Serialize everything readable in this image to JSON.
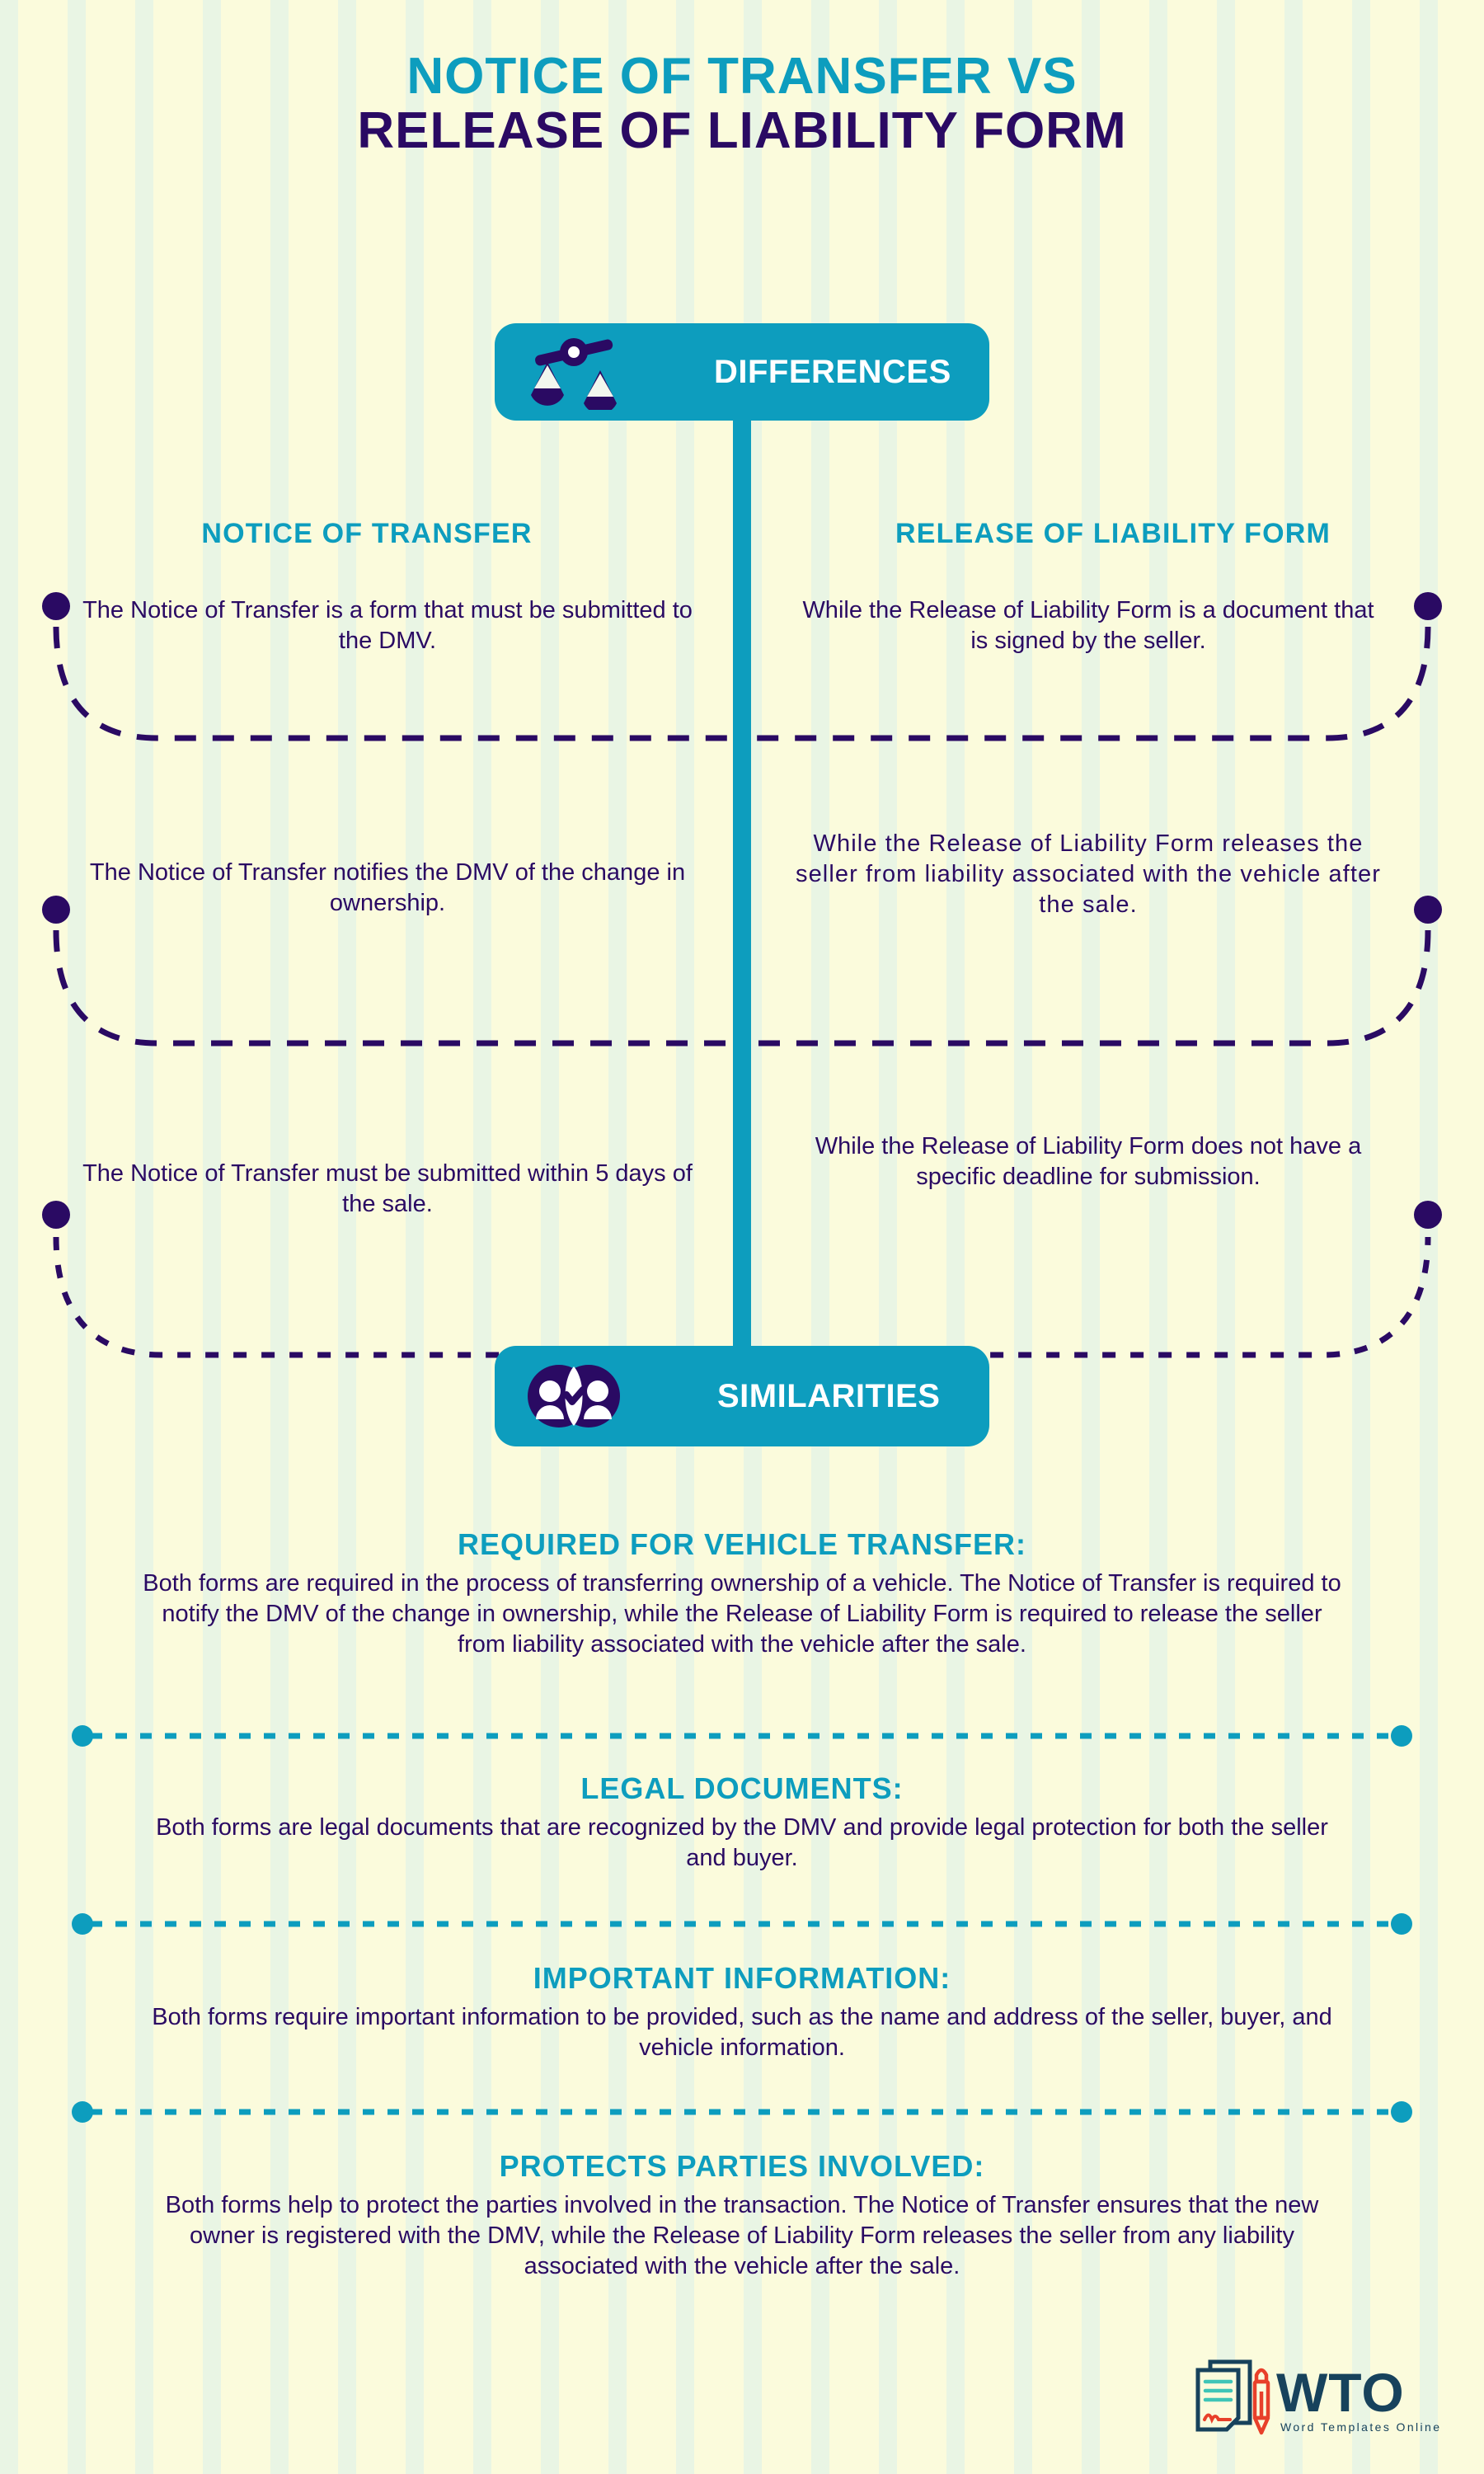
{
  "theme": {
    "teal": "#0D9DBE",
    "navy": "#2A0A63",
    "bg_yellow": "#FBFBDC",
    "bg_mint": "#E9F5E4",
    "white": "#FFFFFF",
    "logo_red": "#E8402A",
    "logo_navy": "#17425C",
    "logo_teal": "#3FC5B7"
  },
  "title": {
    "line1": "NOTICE OF TRANSFER VS",
    "line2": "RELEASE OF LIABILITY FORM"
  },
  "badges": {
    "differences": {
      "label": "DIFFERENCES",
      "icon": "balance-scale-icon"
    },
    "similarities": {
      "label": "SIMILARITIES",
      "icon": "venn-people-check-icon"
    }
  },
  "differences": {
    "headers": {
      "left": "NOTICE OF TRANSFER",
      "right": "RELEASE OF LIABILITY FORM"
    },
    "rows": [
      {
        "left": "The Notice of Transfer is a form that must be submitted to the DMV.",
        "right": "While the Release of Liability Form is a document that is signed by the seller."
      },
      {
        "left": "The Notice of Transfer notifies the DMV of the change in ownership.",
        "right": "While the Release of Liability Form releases the seller from liability associated with the vehicle after the sale."
      },
      {
        "left": "The Notice of Transfer must be submitted within 5 days of the sale.",
        "right": "While the Release of Liability Form does not have a specific deadline for submission."
      }
    ]
  },
  "similarities": {
    "items": [
      {
        "heading": "REQUIRED FOR VEHICLE TRANSFER:",
        "body": "Both forms are required in the process of transferring ownership of a vehicle. The Notice of Transfer is required to notify the DMV of the change in ownership, while the Release of Liability Form is required to release the seller from liability associated with the vehicle after the sale."
      },
      {
        "heading": "LEGAL DOCUMENTS:",
        "body": "Both forms are legal documents that are recognized by the DMV and provide legal protection for both the seller and buyer."
      },
      {
        "heading": "IMPORTANT INFORMATION:",
        "body": "Both forms require important information to be provided, such as the name and address of the seller, buyer, and vehicle information."
      },
      {
        "heading": "PROTECTS PARTIES INVOLVED:",
        "body": "Both forms help to protect the parties involved in the transaction. The Notice of Transfer ensures that the new owner is registered with the DMV, while the Release of Liability Form releases the seller from any liability associated with the vehicle after the sale."
      }
    ]
  },
  "logo": {
    "mark": "WTO",
    "tagline": "Word Templates Online",
    "icon": "document-and-pen-icon"
  }
}
